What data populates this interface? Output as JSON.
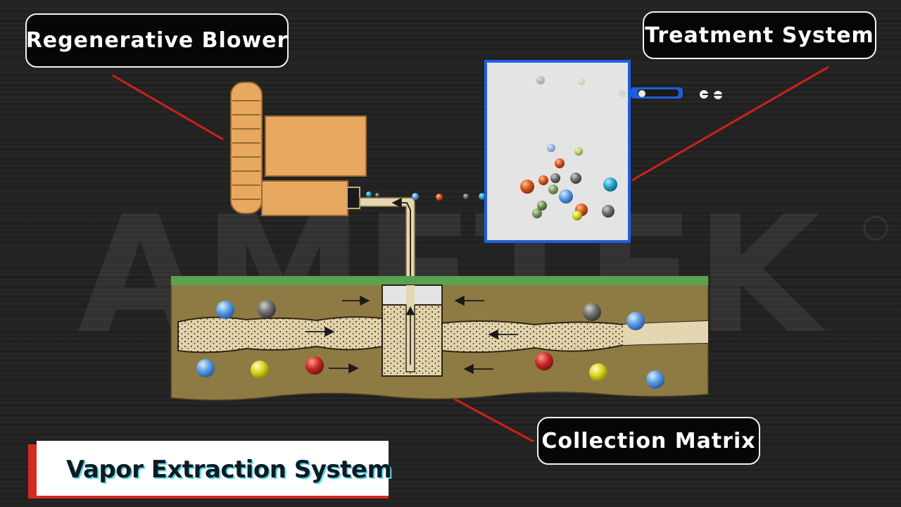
{
  "labels": {
    "blower": "Regenerative Blower",
    "treatment": "Treatment System",
    "collection": "Collection Matrix"
  },
  "title": "Vapor Extraction System",
  "watermark": "AMETEK",
  "colors": {
    "background": "#222222",
    "callout_border": "#f2f2f2",
    "leader_line": "#d0201b",
    "blower_body": "#e8a860",
    "treatment_border": "#1e5fe0",
    "soil": "#8e7a43",
    "grass": "#5aa24e",
    "sand": "#e4d6b0",
    "title_accent": "#d42a24"
  }
}
